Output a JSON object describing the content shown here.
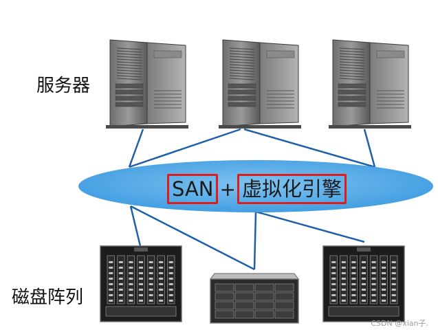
{
  "labels": {
    "servers": "服务器",
    "storage": "磁盘阵列"
  },
  "engine": {
    "san": "SAN",
    "plus": "+",
    "virtualization": "虚拟化引擎"
  },
  "watermark": "CSDN @xian子.",
  "colors": {
    "ellipse": "#4fa8e6",
    "link_line": "#1f5fa8",
    "highlight_box": "#e01b1b"
  },
  "diagram": {
    "servers": [
      {
        "name": "server-1"
      },
      {
        "name": "server-2"
      },
      {
        "name": "server-3"
      }
    ],
    "storage": [
      {
        "name": "blade-array-left"
      },
      {
        "name": "disk-enclosure-center"
      },
      {
        "name": "blade-array-right"
      }
    ]
  }
}
